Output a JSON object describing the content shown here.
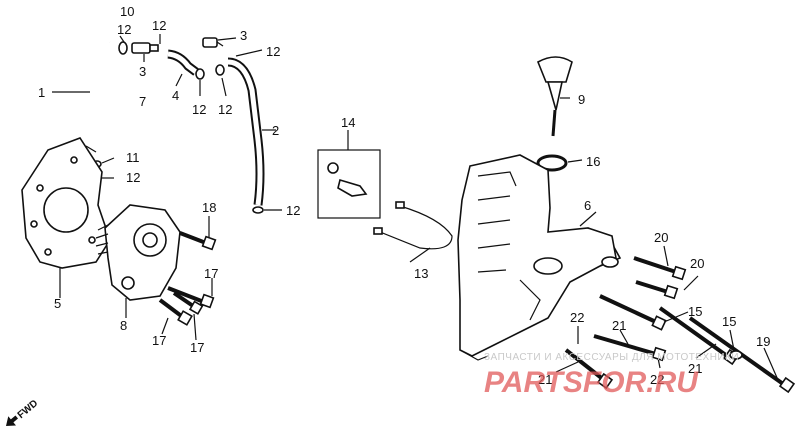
{
  "callouts": {
    "n10": "10",
    "n12a": "12",
    "n3a": "3",
    "n7": "7",
    "n12b": "12",
    "n4": "4",
    "n12c": "12",
    "n3b": "3",
    "n12d": "12",
    "n12e": "12",
    "n1": "1",
    "n2": "2",
    "n11": "11",
    "n12f": "12",
    "n9": "9",
    "n14": "14",
    "n16": "16",
    "n12g": "12",
    "n6": "6",
    "n18": "18",
    "n13": "13",
    "n20a": "20",
    "n20b": "20",
    "n5": "5",
    "n17a": "17",
    "n15a": "15",
    "n8": "8",
    "n17b": "17",
    "n17c": "17",
    "n22a": "22",
    "n21a": "21",
    "n15b": "15",
    "n19": "19",
    "n21b": "21",
    "n22b": "22",
    "n21c": "21"
  },
  "direction_marker": "FWD",
  "watermark": {
    "line1": "ЗАПЧАСТИ И АКСЕССУАРЫ ДЛЯ МОТОТЕХНИКИ",
    "line2": "PARTSFOR.RU"
  }
}
